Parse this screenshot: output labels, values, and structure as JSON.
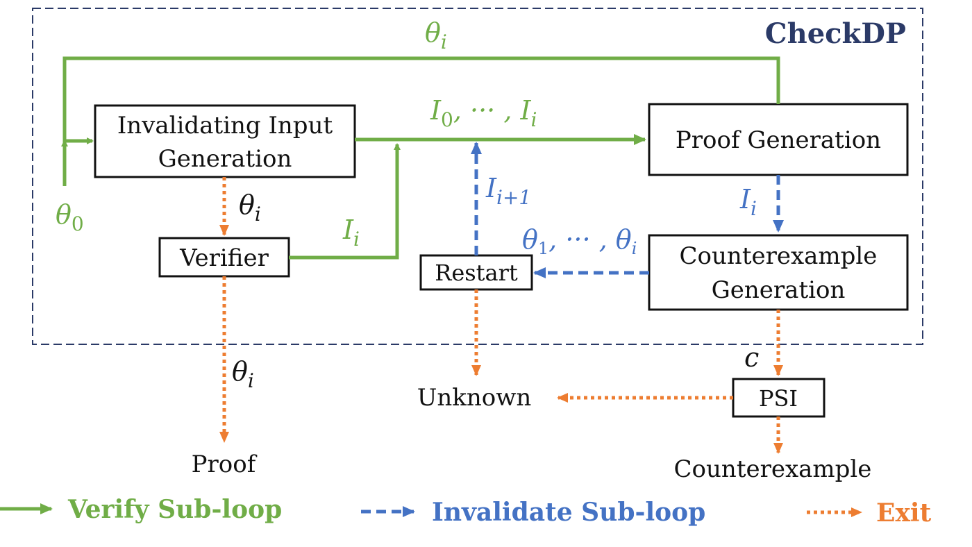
{
  "title": "CheckDP",
  "boxes": {
    "invalidating": [
      "Invalidating Input",
      "Generation"
    ],
    "proof_gen": "Proof Generation",
    "verifier": "Verifier",
    "restart": "Restart",
    "counterexample_gen": [
      "Counterexample",
      "Generation"
    ],
    "psi": "PSI"
  },
  "outputs": {
    "proof": "Proof",
    "unknown": "Unknown",
    "counterexample": "Counterexample"
  },
  "math_labels": {
    "theta_i_top": "θ",
    "theta_i_top_sub": "i",
    "i0_ii": "I",
    "i0_sub": "0",
    "i0_mid": ", ··· , I",
    "i0_end_sub": "i",
    "theta0": "θ",
    "theta0_sub": "0",
    "theta_i_verifier": "θ",
    "theta_i_verifier_sub": "i",
    "i_i_verifier": "I",
    "i_i_verifier_sub": "i",
    "i_next": "I",
    "i_next_sub": "i+1",
    "i_i_proof": "I",
    "i_i_proof_sub": "i",
    "thetas": "θ",
    "thetas_sub1": "1",
    "thetas_mid": ", ··· , θ",
    "thetas_sub2": "i",
    "theta_i_proof": "θ",
    "theta_i_proof_sub": "i",
    "c_label": "c"
  },
  "legend": {
    "verify": "Verify Sub-loop",
    "invalidate": "Invalidate Sub-loop",
    "exit": "Exit"
  },
  "colors": {
    "green": "#70ad47",
    "blue": "#4472c4",
    "orange": "#ed7d31",
    "frame": "#2b3a67",
    "text": "#111111"
  }
}
